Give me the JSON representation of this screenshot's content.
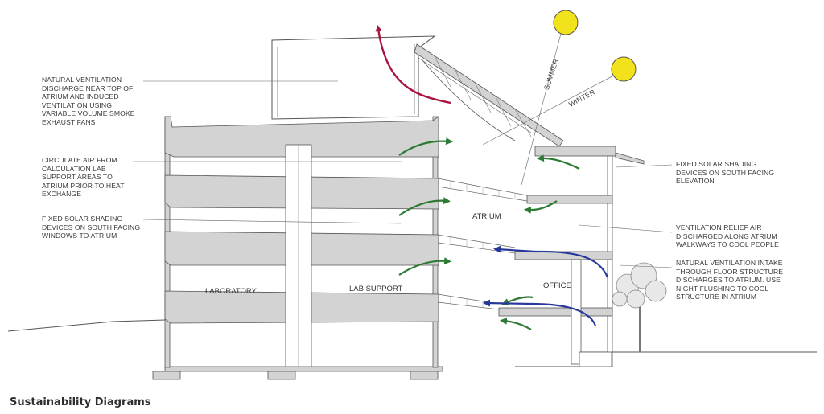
{
  "caption": "Sustainability Diagrams",
  "annotations": {
    "natural_ventilation_top": "NATURAL VENTILATION\nDISCHARGE NEAR TOP OF\nATRIUM AND INDUCED\nVENTILATION USING\nVARIABLE VOLUME SMOKE\nEXHAUST FANS",
    "circulate_air": "CIRCULATE AIR FROM\nCALCULATION LAB\nSUPPORT AREAS TO\nATRIUM PRIOR TO HEAT\nEXCHANGE",
    "fixed_shading_windows": "FIXED SOLAR SHADING\nDEVICES ON SOUTH FACING\nWINDOWS TO ATRIUM",
    "fixed_shading_elevation": "FIXED SOLAR SHADING\nDEVICES ON SOUTH FACING\nELEVATION",
    "ventilation_relief": "VENTILATION RELIEF AIR\nDISCHARGED ALONG ATRIUM\nWALKWAYS TO COOL PEOPLE",
    "natural_ventilation_intake": "NATURAL VENTILATION INTAKE\nTHROUGH FLOOR STRUCTURE\nDISCHARGES TO ATRIUM.  USE\nNIGHT FLUSHING TO COOL\nSTRUCTURE IN ATRIUM"
  },
  "rooms": {
    "atrium": "ATRIUM",
    "laboratory": "LABORATORY",
    "lab_support": "LAB SUPPORT",
    "office": "OFFICE"
  },
  "sun_angles": {
    "summer": "SUMMER",
    "winter": "WINTER"
  },
  "colors": {
    "sun": "#f2e21c",
    "slab": "#d3d3d3",
    "exhaust_arrow": "#a8143c",
    "circulation_arrow": "#2d7a34",
    "intake_arrow": "#27389a"
  }
}
